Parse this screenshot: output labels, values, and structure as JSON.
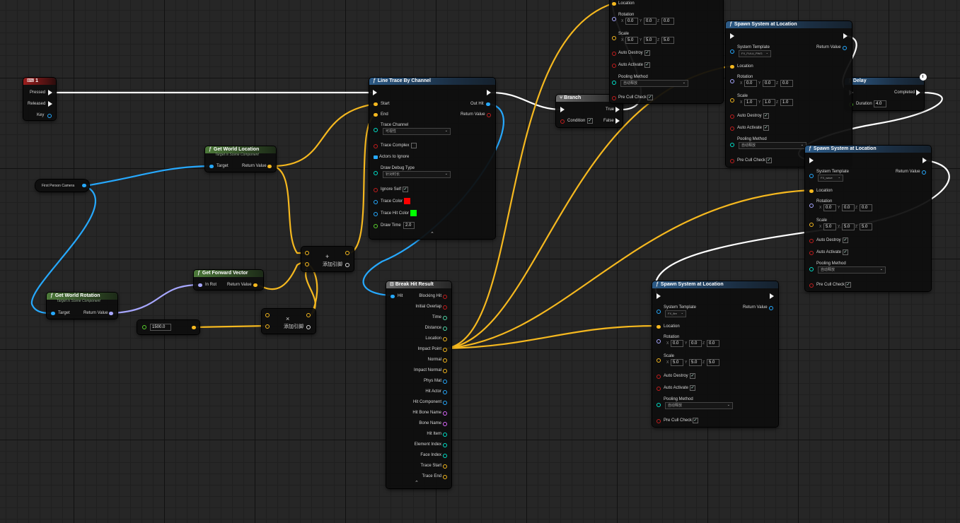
{
  "pressed_node": {
    "title": "1",
    "pins": [
      "Pressed",
      "Released",
      "Key"
    ]
  },
  "camera_node": {
    "label": "First Person Camera"
  },
  "world_location_node": {
    "title": "Get World Location",
    "subtitle": "Target is Scene Component",
    "target": "Target",
    "return": "Return Value"
  },
  "world_rotation_node": {
    "title": "Get World Rotation",
    "subtitle": "Target is Scene Component",
    "target": "Target",
    "return": "Return Value"
  },
  "forward_vector_node": {
    "title": "Get Forward Vector",
    "in": "In Rot",
    "return": "Return Value"
  },
  "float_node": {
    "value": "1500.0"
  },
  "add_node": {
    "symbol": "+",
    "label": "添加引脚"
  },
  "multiply_node": {
    "symbol": "×",
    "label": "添加引脚"
  },
  "line_trace_node": {
    "title": "Line Trace By Channel",
    "start": "Start",
    "end": "End",
    "out_hit": "Out Hit",
    "return": "Return Value",
    "trace_channel_label": "Trace Channel",
    "trace_channel_value": "可视性",
    "trace_complex": "Trace Complex",
    "actors_to_ignore": "Actors to Ignore",
    "draw_debug_label": "Draw Debug Type",
    "draw_debug_value": "针对时长",
    "ignore_self": "Ignore Self",
    "trace_color": "Trace Color",
    "trace_hit_color": "Trace Hit Color",
    "draw_time": "Draw Time",
    "draw_time_value": "2.0",
    "trace_color_hex": "#ff0000",
    "trace_hit_color_hex": "#00ff00"
  },
  "branch_node": {
    "title": "Branch",
    "condition": "Condition",
    "true": "True",
    "false": "False"
  },
  "break_hit_node": {
    "title": "Break Hit Result",
    "hit": "Hit",
    "outputs": [
      "Blocking Hit",
      "Initial Overlap",
      "Time",
      "Distance",
      "Location",
      "Impact Point",
      "Normal",
      "Impact Normal",
      "Phys Mat",
      "Hit Actor",
      "Hit Component",
      "Hit Bone Name",
      "Bone Name",
      "Hit Item",
      "Element Index",
      "Face Index",
      "Trace Start",
      "Trace End"
    ]
  },
  "delay_node": {
    "title": "Delay",
    "completed": "Completed",
    "duration": "Duration",
    "duration_value": "4.0"
  },
  "spawn_top": {
    "location": "Location",
    "rotation": "Rotation",
    "scale": "Scale",
    "rot": [
      "0.0",
      "0.0",
      "0.0"
    ],
    "scl": [
      "5.0",
      "5.0",
      "5.0"
    ],
    "auto_destroy": "Auto Destroy",
    "auto_activate": "Auto Activate",
    "pooling": "Pooling Method",
    "pooling_value": "自动释放",
    "preculll": "Pre Cull Check"
  },
  "spawn_a": {
    "title": "Spawn System at Location",
    "template": "System Template",
    "template_value": "FX_FULU_PWG",
    "return": "Return Value",
    "location": "Location",
    "rotation": "Rotation",
    "scale": "Scale",
    "rot": [
      "0.0",
      "0.0",
      "0.0"
    ],
    "scl": [
      "1.0",
      "1.0",
      "1.0"
    ],
    "auto_destroy": "Auto Destroy",
    "auto_activate": "Auto Activate",
    "pooling": "Pooling Method",
    "pooling_value": "自动释放",
    "preculll": "Pre Cull Check"
  },
  "spawn_b": {
    "title": "Spawn System at Location",
    "template": "System Template",
    "template_value": "FX_wave",
    "return": "Return Value",
    "location": "Location",
    "rotation": "Rotation",
    "scale": "Scale",
    "rot": [
      "0.0",
      "0.0",
      "0.0"
    ],
    "scl": [
      "5.0",
      "5.0",
      "5.0"
    ],
    "auto_destroy": "Auto Destroy",
    "auto_activate": "Auto Activate",
    "pooling": "Pooling Method",
    "pooling_value": "自动释放",
    "preculll": "Pre Cull Check"
  },
  "spawn_c": {
    "title": "Spawn System at Location",
    "template": "System Template",
    "template_value": "FX_fire",
    "return": "Return Value",
    "location": "Location",
    "rotation": "Rotation",
    "scale": "Scale",
    "rot": [
      "0.0",
      "0.0",
      "0.0"
    ],
    "scl": [
      "5.0",
      "5.0",
      "5.0"
    ],
    "auto_destroy": "Auto Destroy",
    "auto_activate": "Auto Activate",
    "pooling": "Pooling Method",
    "pooling_value": "自动释放",
    "preculll": "Pre Cull Check"
  },
  "axes": [
    "X",
    "Y",
    "Z"
  ],
  "colors": {
    "exec_wire": "#ffffff",
    "vector_wire": "#f5b81f",
    "object_wire": "#26a9ff",
    "rotator_wire": "#a7a7ff"
  }
}
